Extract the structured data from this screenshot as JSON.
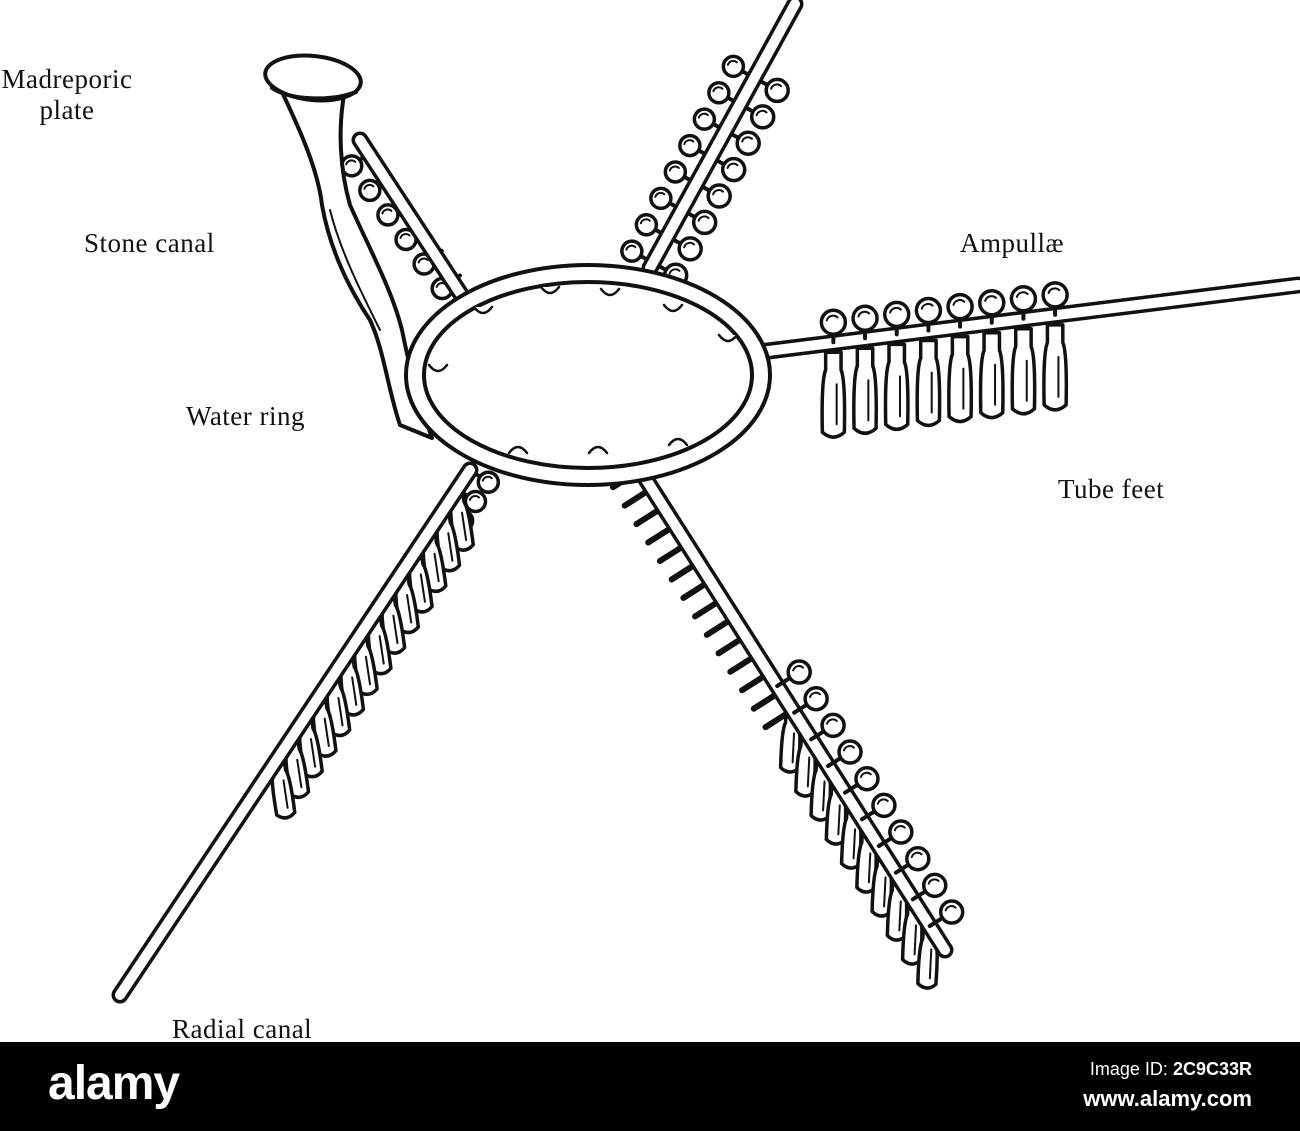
{
  "labels": {
    "madreporic_plate_line1": "Madreporic",
    "madreporic_plate_line2": "plate",
    "stone_canal": "Stone canal",
    "ampullae": "Ampullæ",
    "water_ring": "Water ring",
    "tube_feet": "Tube feet",
    "radial_canal": "Radial canal"
  },
  "footer": {
    "brand": "alamy",
    "image_id_label": "Image ID:",
    "image_id": "2C9C33R",
    "site": "www.alamy.com"
  },
  "colors": {
    "ink": "#111111",
    "paper": "#ffffff",
    "footer_bg": "#000000",
    "footer_text": "#ffffff"
  }
}
